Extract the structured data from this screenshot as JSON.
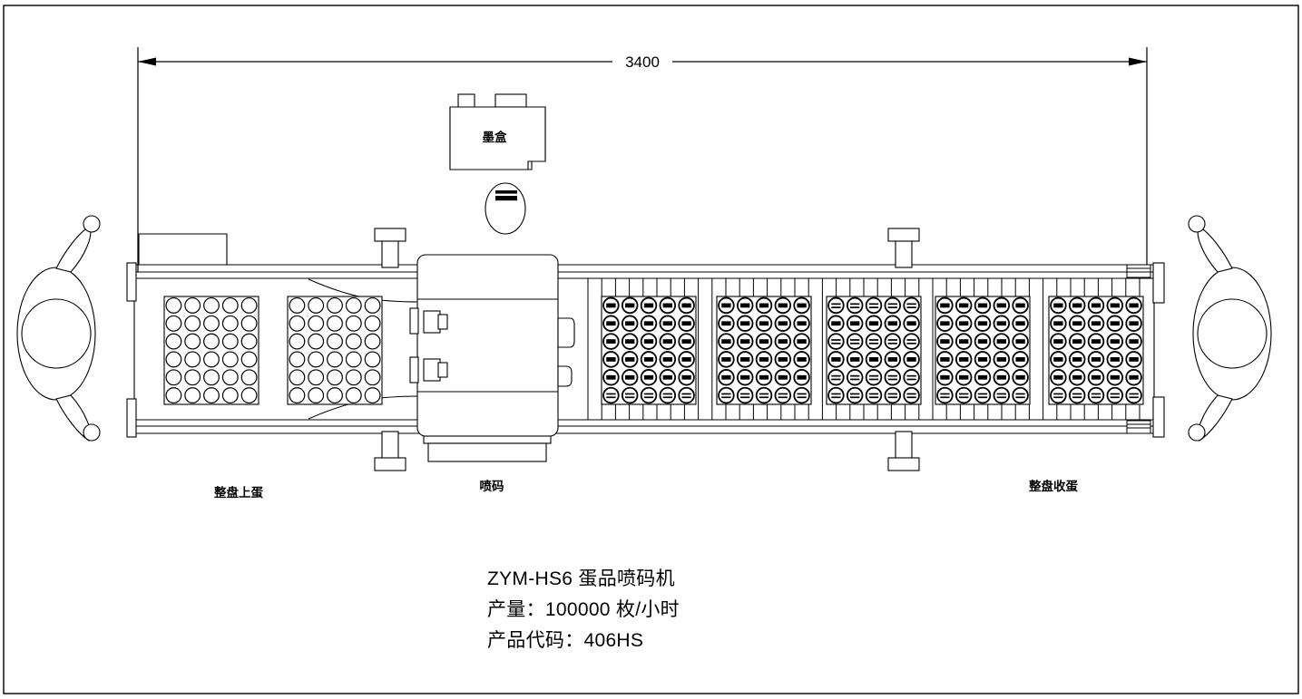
{
  "drawing": {
    "type": "mechanical-layout-drawing",
    "dimension": {
      "value": "3400",
      "unit_implied": "mm",
      "span": "overall machine length"
    },
    "labels": {
      "ink_cartridge": "墨盒",
      "infeed": "整盘上蛋",
      "printing": "喷码",
      "outfeed": "整盘收蛋"
    },
    "caption": {
      "model": "ZYM-HS6 蛋品喷码机",
      "capacity": "产量：100000 枚/小时",
      "product_code": "产品代码：406HS"
    },
    "colors": {
      "line": "#000000",
      "fill": "#ffffff",
      "mark": "#000000"
    },
    "trays": {
      "infeed_count": 2,
      "outfeed_count": 5,
      "grid_cols": 5,
      "grid_rows": 6,
      "eggs_per_tray": 30,
      "infeed_egg_state": "plain",
      "outfeed_egg_state": "coded"
    },
    "components": [
      {
        "name": "left-hand-wheel",
        "kind": "ellipse-wheel-with-arms"
      },
      {
        "name": "right-hand-wheel",
        "kind": "ellipse-wheel-with-arms"
      },
      {
        "name": "printer-head-unit",
        "kind": "rounded-housing"
      },
      {
        "name": "ink-cartridge-box",
        "kind": "box-with-necks"
      },
      {
        "name": "sample-egg",
        "kind": "egg-with-code-bars"
      },
      {
        "name": "support-post",
        "kind": "t-post",
        "count": 4
      }
    ]
  }
}
